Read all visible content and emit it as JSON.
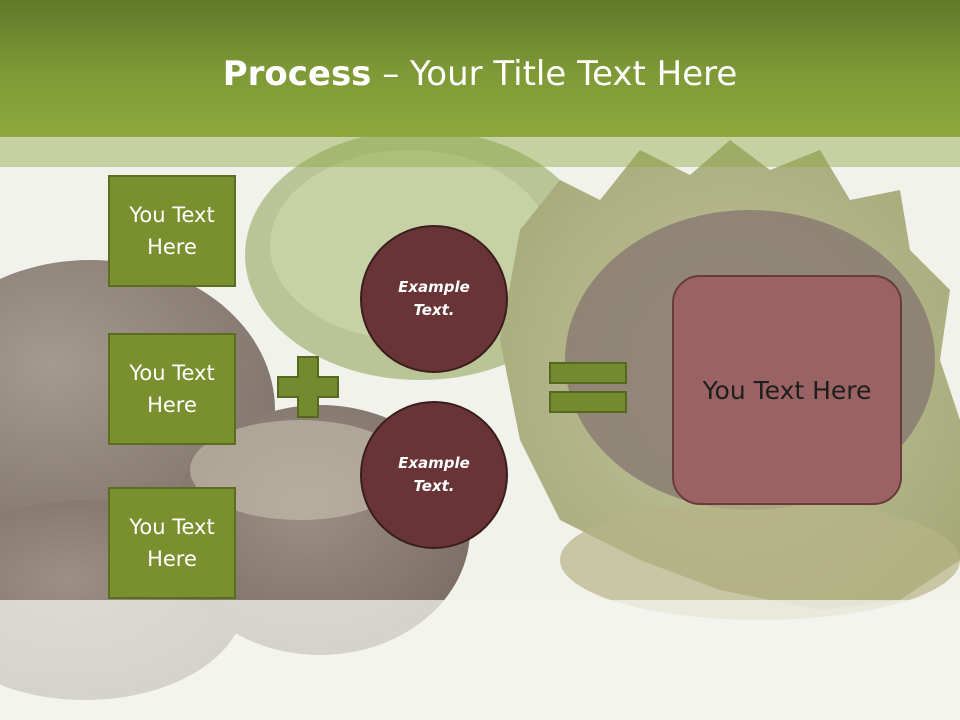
{
  "slide": {
    "title_bold": "Process",
    "title_rest": " – Your Title Text Here",
    "left_boxes": [
      "You Text Here",
      "You Text Here",
      "You Text Here"
    ],
    "circles": [
      "Example Text.",
      "Example Text."
    ],
    "result": "You Text Here"
  },
  "colors": {
    "header": "#7f9a36",
    "box_green": "#7a8f2e",
    "circle_brown": "#683436",
    "result_rose": "#9a6262"
  },
  "icons": {
    "plus": "plus-icon",
    "equals": "equals-icon"
  }
}
